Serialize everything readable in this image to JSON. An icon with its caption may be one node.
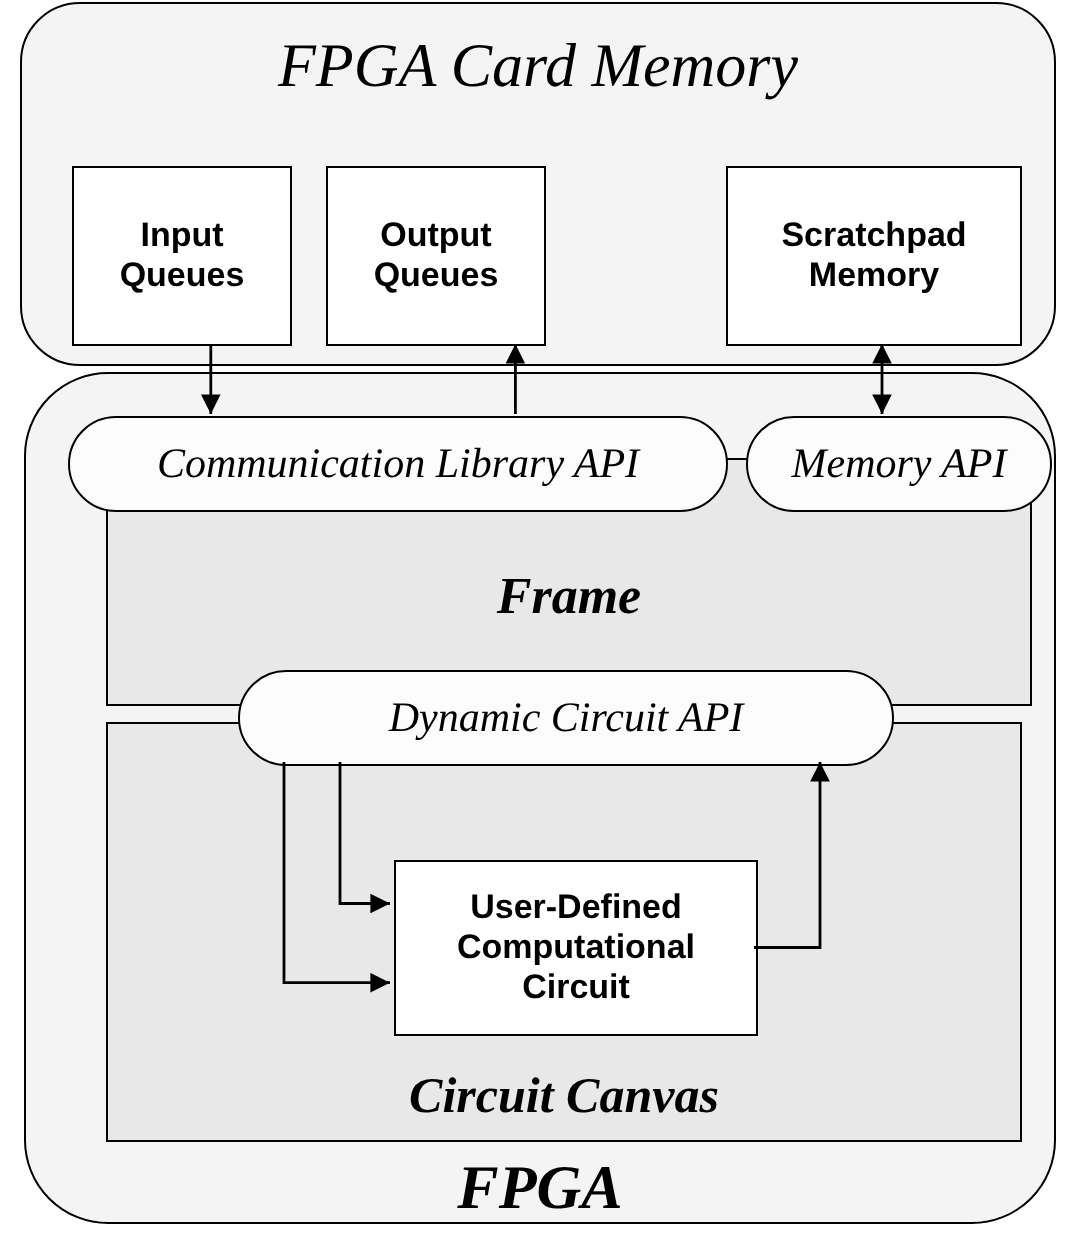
{
  "diagram": {
    "nodes": [
      {
        "text": [
          "FPGA Card Memory"
        ]
      },
      {
        "text": [
          "Input Queues"
        ],
        "in": 0
      },
      {
        "text": [
          "Output Queues"
        ],
        "in": 0
      },
      {
        "text": [
          "Scratchpad Memory"
        ],
        "in": 0
      },
      {
        "text": [
          "FPGA"
        ]
      },
      {
        "text": [
          "Frame"
        ],
        "in": 4
      },
      {
        "text": [
          "Communication Library API"
        ],
        "in": 4
      },
      {
        "text": [
          "Memory API"
        ],
        "in": 4
      },
      {
        "text": [
          "Circuit Canvas"
        ],
        "in": 4
      },
      {
        "text": [
          "Dynamic Circuit API"
        ],
        "in": 4
      },
      {
        "text": [
          "User-Defined Computational Circuit"
        ],
        "in": 8
      }
    ],
    "edges": [
      {
        "from": 1,
        "to": 6,
        "arrow": "to"
      },
      {
        "from": 6,
        "to": 2,
        "arrow": "to"
      },
      {
        "from": 7,
        "to": 3,
        "arrow": "both"
      },
      {
        "from": 9,
        "to": 10,
        "arrow": "to"
      },
      {
        "from": 9,
        "to": 10,
        "arrow": "to"
      },
      {
        "from": 10,
        "to": 9,
        "arrow": "to"
      }
    ]
  }
}
